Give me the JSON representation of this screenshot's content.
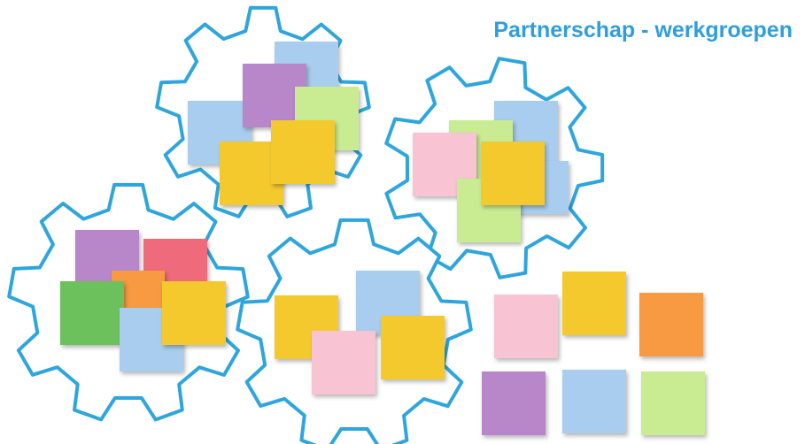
{
  "title": "Partnerschap - werkgroepen",
  "colors": {
    "gear_outline": "#2ea6dd",
    "blue": "#a8cdee",
    "purple": "#b787c9",
    "green_light": "#c9ec93",
    "yellow": "#f4c92e",
    "pink": "#f8c4d4",
    "red": "#ef6a7a",
    "orange": "#f79a42",
    "green": "#6cc15d"
  },
  "gears": [
    {
      "name": "gear-top-left",
      "notes": [
        "blue",
        "blue",
        "purple",
        "green_light",
        "yellow",
        "yellow"
      ]
    },
    {
      "name": "gear-top-right",
      "notes": [
        "blue",
        "green_light",
        "blue",
        "pink",
        "green_light",
        "yellow"
      ]
    },
    {
      "name": "gear-bottom-left",
      "notes": [
        "purple",
        "red",
        "orange",
        "green",
        "blue",
        "yellow"
      ]
    },
    {
      "name": "gear-bottom-center",
      "notes": [
        "blue",
        "yellow",
        "pink",
        "yellow"
      ]
    }
  ],
  "loose_notes": [
    "pink",
    "yellow",
    "orange",
    "purple",
    "blue",
    "green_light"
  ]
}
